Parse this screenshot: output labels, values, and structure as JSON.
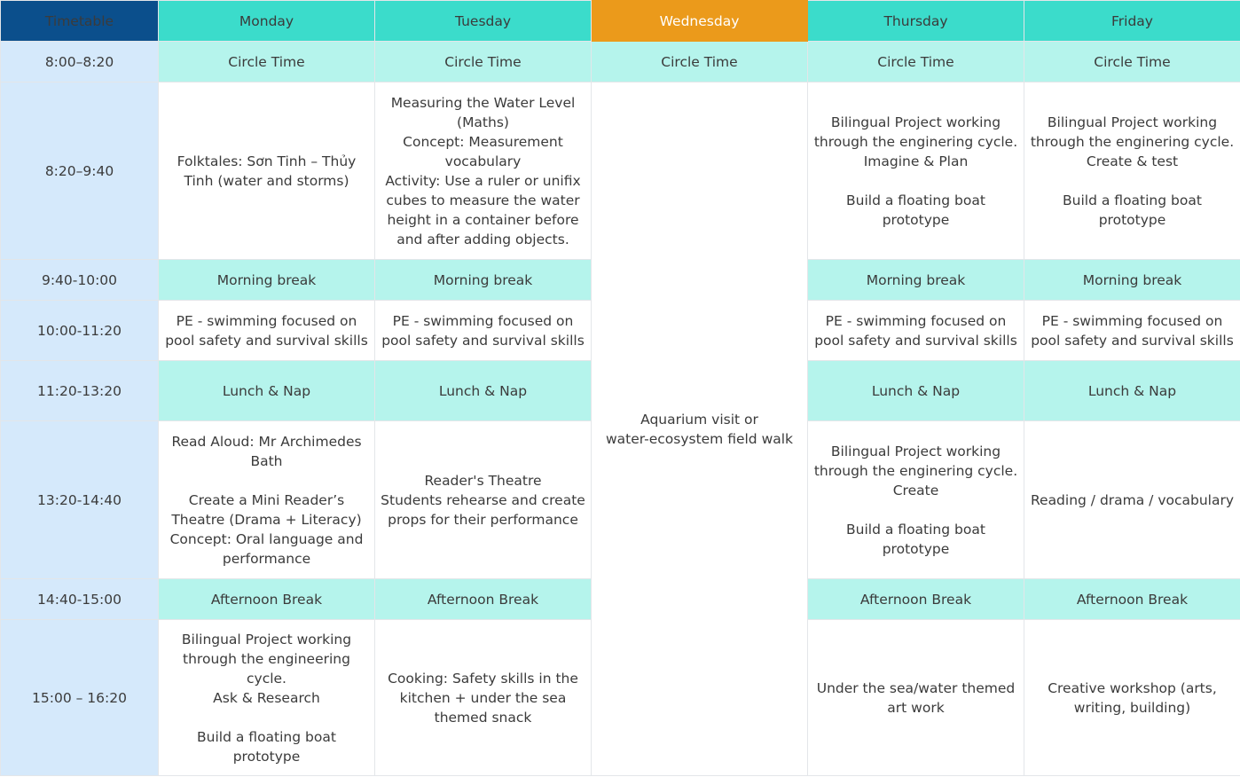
{
  "header": {
    "corner": "Timetable",
    "days": [
      "Monday",
      "Tuesday",
      "Wednesday",
      "Thursday",
      "Friday"
    ],
    "highlight_day": "Wednesday"
  },
  "colors": {
    "corner_bg": "#0b4f8c",
    "day_header_bg": "#3bdccb",
    "highlight_header_bg": "#eb9a1b",
    "time_col_bg": "#d5e9fb",
    "band_row_bg": "#b5f4ec"
  },
  "slots": {
    "s1": {
      "time": "8:00–8:20",
      "mon": "Circle Time",
      "tue": "Circle Time",
      "wed": "Circle Time",
      "thu": "Circle Time",
      "fri": "Circle Time"
    },
    "s2": {
      "time": "8:20–9:40",
      "mon": "Folktales: Sơn Tinh – Thủy Tinh (water and storms)",
      "tue": "Measuring the Water Level (Maths)\nConcept: Measurement vocabulary\nActivity: Use a ruler or unifix cubes to measure the water height in a container before and after adding objects.",
      "thu": "Bilingual Project working through the enginering cycle.\nImagine & Plan\n\nBuild a floating boat prototype",
      "fri": "Bilingual Project working through the enginering cycle.\nCreate & test\n\nBuild a floating boat prototype"
    },
    "s3": {
      "time": "9:40-10:00",
      "mon": "Morning break",
      "tue": "Morning break",
      "thu": "Morning break",
      "fri": "Morning break"
    },
    "s4": {
      "time": "10:00-11:20",
      "mon": "PE - swimming focused on pool safety and survival skills",
      "tue": "PE - swimming focused on pool safety and survival skills",
      "thu": "PE - swimming focused on pool safety and survival skills",
      "fri": "PE - swimming focused on pool safety and survival skills"
    },
    "s5": {
      "time": "11:20-13:20",
      "mon": "Lunch & Nap",
      "tue": "Lunch & Nap",
      "thu": "Lunch & Nap",
      "fri": "Lunch & Nap"
    },
    "s6": {
      "time": "13:20-14:40",
      "mon": "Read Aloud: Mr Archimedes Bath\n\nCreate a Mini Reader’s Theatre (Drama + Literacy)\nConcept: Oral language and performance",
      "tue": "Reader's Theatre\nStudents rehearse and create props for their performance",
      "thu": "Bilingual Project working through the enginering cycle.\nCreate\n\nBuild a floating boat prototype",
      "fri": "Reading / drama / vocabulary"
    },
    "s7": {
      "time": "14:40-15:00",
      "mon": "Afternoon Break",
      "tue": "Afternoon Break",
      "thu": "Afternoon Break",
      "fri": "Afternoon Break"
    },
    "s8": {
      "time": "15:00 – 16:20",
      "mon": "Bilingual Project working through the engineering cycle.\nAsk & Research\n\nBuild a floating boat prototype",
      "tue": "Cooking: Safety skills in the kitchen + under the sea themed snack",
      "thu": "Under the sea/water themed art work",
      "fri": "Creative workshop (arts, writing, building)"
    }
  },
  "wednesday_block": "Aquarium visit or\nwater-ecosystem field walk"
}
